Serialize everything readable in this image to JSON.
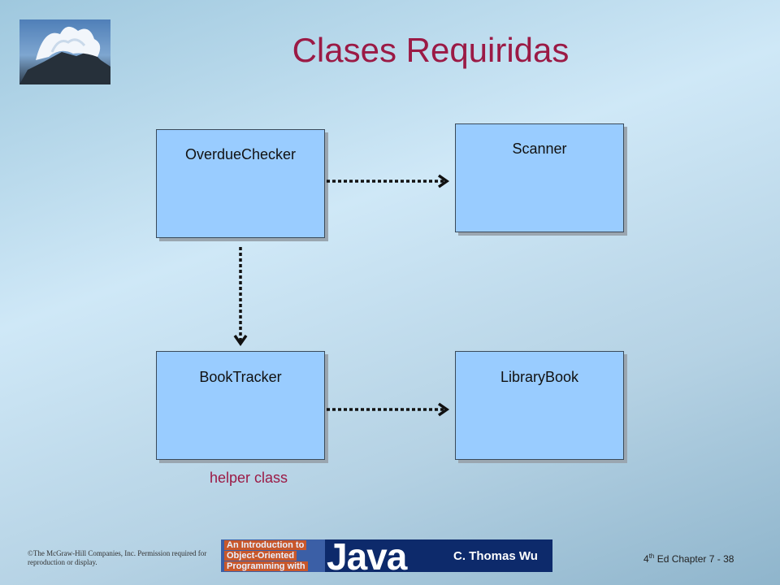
{
  "title": "Clases Requiridas",
  "boxes": {
    "overdue": "OverdueChecker",
    "scanner": "Scanner",
    "booktracker": "BookTracker",
    "librarybook": "LibraryBook"
  },
  "helper_label": "helper class",
  "footer": {
    "copyright": "©The McGraw-Hill Companies, Inc. Permission required for reproduction or display.",
    "banner_line1": "An Introduction to",
    "banner_line2": "Object-Oriented",
    "banner_line3": "Programming with",
    "banner_java": "Java",
    "banner_author": "C. Thomas Wu",
    "chapter_num": "4",
    "chapter_sup": "th",
    "chapter_rest": " Ed Chapter 7 - 38"
  },
  "colors": {
    "title": "#9b1a45",
    "box_fill": "#99ccff"
  }
}
